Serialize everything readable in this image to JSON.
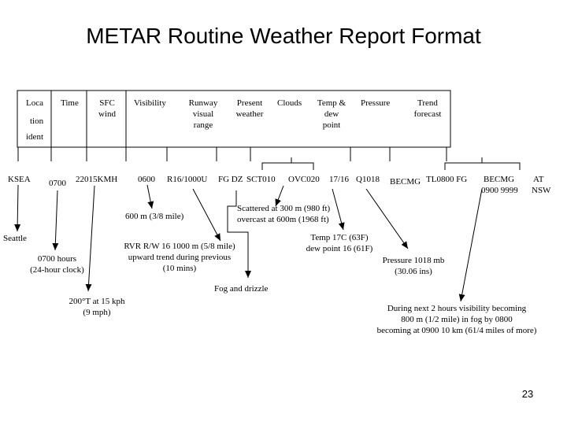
{
  "title": "METAR Routine Weather Report Format",
  "header": {
    "location": [
      "Loca",
      "tion",
      "ident"
    ],
    "time": "Time",
    "sfc_wind": "SFC wind",
    "visibility": "Visibility",
    "runway": "Runway visual range",
    "present_weather": "Present weather",
    "clouds": "Clouds",
    "temp": "Temp & dew point",
    "pressure": "Pressure",
    "trend": "Trend forecast"
  },
  "codes": {
    "ksea": "KSEA",
    "time": "0700",
    "wind": "22015KMH",
    "vis": "0600",
    "rvr": "R16/1000U",
    "wx": "FG DZ",
    "sct": "SCT010",
    "ovc": "OVC020",
    "temp": "17/16",
    "qnh": "Q1018",
    "becmg1": "BECMG",
    "tl": "TL0800  FG",
    "becmg2": "BECMG",
    "becmg2_line2": "0900 9999",
    "at": "AT",
    "nsw": "NSW"
  },
  "annotations": {
    "seattle": "Seattle",
    "time_expl": [
      "0700 hours",
      "(24-hour clock)"
    ],
    "wind_expl": [
      "200°T at 15 kph",
      "(9 mph)"
    ],
    "vis_expl": "600 m (3/8 mile)",
    "rvr_expl": [
      "RVR R/W 16 1000 m (5/8 mile)",
      "upward trend during previous",
      "(10 mins)"
    ],
    "wx_expl": "Fog and drizzle",
    "cloud_expl": [
      "Scattered at 300 m (980 ft)",
      "overcast at 600m (1968 ft)"
    ],
    "temp_expl": [
      "Temp 17C (63F)",
      "dew point 16 (61F)"
    ],
    "pressure_expl": [
      "Pressure 1018 mb",
      "(30.06 ins)"
    ],
    "trend_expl": [
      "During next 2 hours visibility becoming",
      "800 m (1/2 mile) in fog by 0800",
      "becoming at 0900 10 km (61/4 miles of more)"
    ]
  },
  "page_number": "23"
}
